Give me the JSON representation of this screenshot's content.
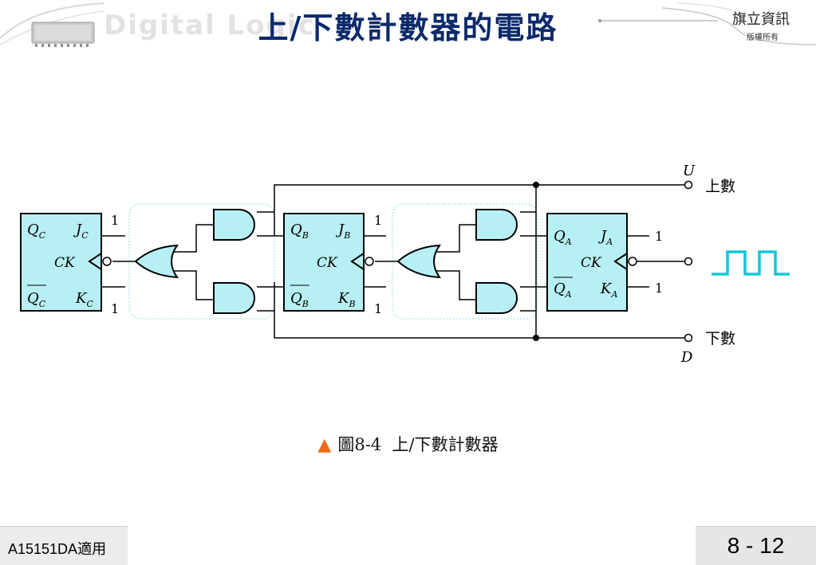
{
  "header": {
    "title": "上/下數計數器的電路",
    "watermark": "Digital Logic",
    "publisher": "旗立資訊",
    "copyright": "版權所有"
  },
  "diagram": {
    "flipflops": [
      {
        "name": "C",
        "q": "Q",
        "q_sub": "C",
        "qbar": "Q",
        "qbar_sub": "C",
        "j": "J",
        "j_sub": "C",
        "k": "K",
        "k_sub": "C",
        "clk": "CK"
      },
      {
        "name": "B",
        "q": "Q",
        "q_sub": "B",
        "qbar": "Q",
        "qbar_sub": "B",
        "j": "J",
        "j_sub": "B",
        "k": "K",
        "k_sub": "B",
        "clk": "CK"
      },
      {
        "name": "A",
        "q": "Q",
        "q_sub": "A",
        "qbar": "Q",
        "qbar_sub": "A",
        "j": "J",
        "j_sub": "A",
        "k": "K",
        "k_sub": "A",
        "clk": "CK"
      }
    ],
    "const_one": "1",
    "up_signal": "U",
    "up_label": "上數",
    "down_signal": "D",
    "down_label": "下數",
    "clock_wave_color": "#12c6d6",
    "block_fill": "#b7f0f4"
  },
  "caption": {
    "marker": "▲",
    "figure": "圖8-4",
    "text": "上/下數計數器"
  },
  "footer": {
    "course": "A15151DA適用",
    "page": "8 - 12"
  }
}
